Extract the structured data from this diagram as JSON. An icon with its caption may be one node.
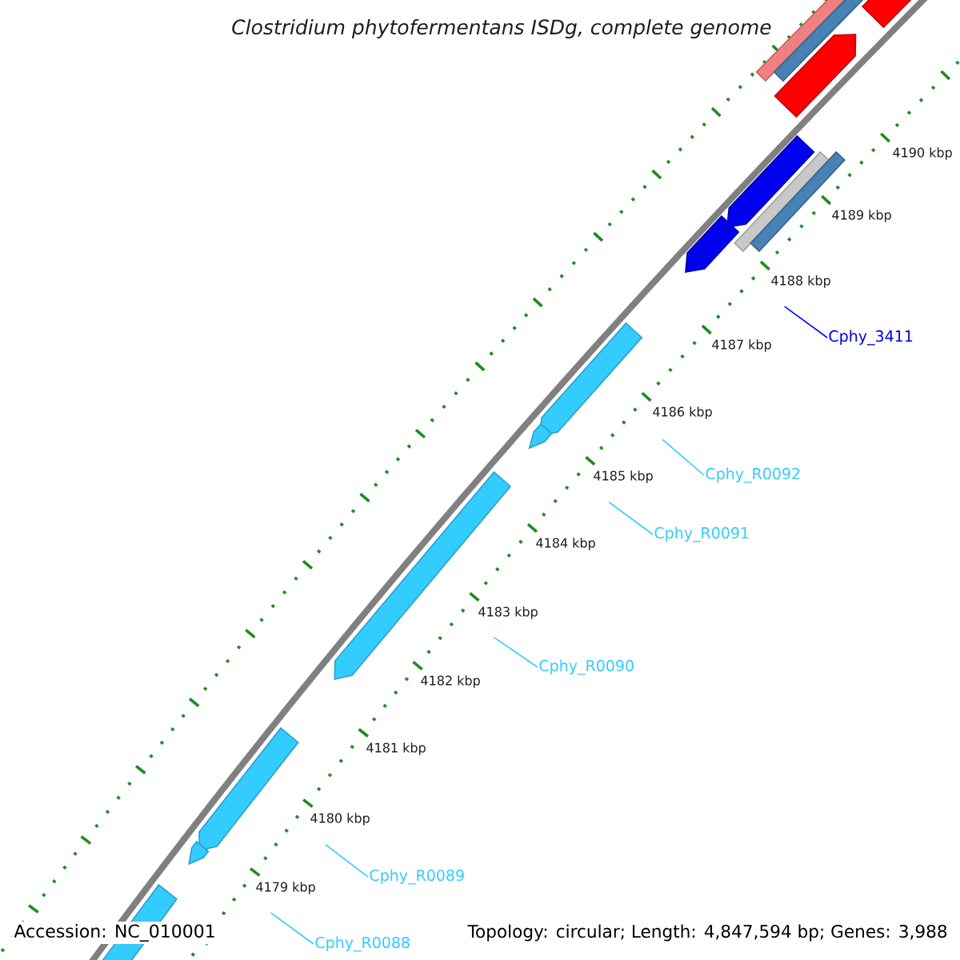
{
  "diagram": {
    "title": "Clostridium phytofermentans ISDg, complete genome",
    "nodes": [
      {
        "text": [
          "Cphy_3411"
        ]
      },
      {
        "text": [
          "Cphy_R0092"
        ]
      },
      {
        "text": [
          "Cphy_R0091"
        ]
      },
      {
        "text": [
          "Cphy_R0090"
        ]
      },
      {
        "text": [
          "Cphy_R0089"
        ]
      },
      {
        "text": [
          "Cphy_R0088"
        ]
      }
    ],
    "edges": [
      {
        "from": 0,
        "to": null,
        "arrow": "none",
        "color": "#0000ff"
      },
      {
        "from": 1,
        "to": null,
        "arrow": "none"
      },
      {
        "from": 2,
        "to": null,
        "arrow": "none"
      },
      {
        "from": 3,
        "to": null,
        "arrow": "none"
      },
      {
        "from": 4,
        "to": null,
        "arrow": "none"
      },
      {
        "from": 5,
        "to": null,
        "arrow": "none"
      }
    ],
    "labels": [
      "4190 kbp",
      "4189 kbp",
      "4188 kbp",
      "4187 kbp",
      "4186 kbp",
      "4185 kbp",
      "4184 kbp",
      "4183 kbp",
      "4182 kbp",
      "4181 kbp",
      "4180 kbp",
      "4179 kbp",
      "Accession: NC_010001",
      "Topology: circular; Length: 4,847,594 bp; Genes: 3,988"
    ]
  }
}
